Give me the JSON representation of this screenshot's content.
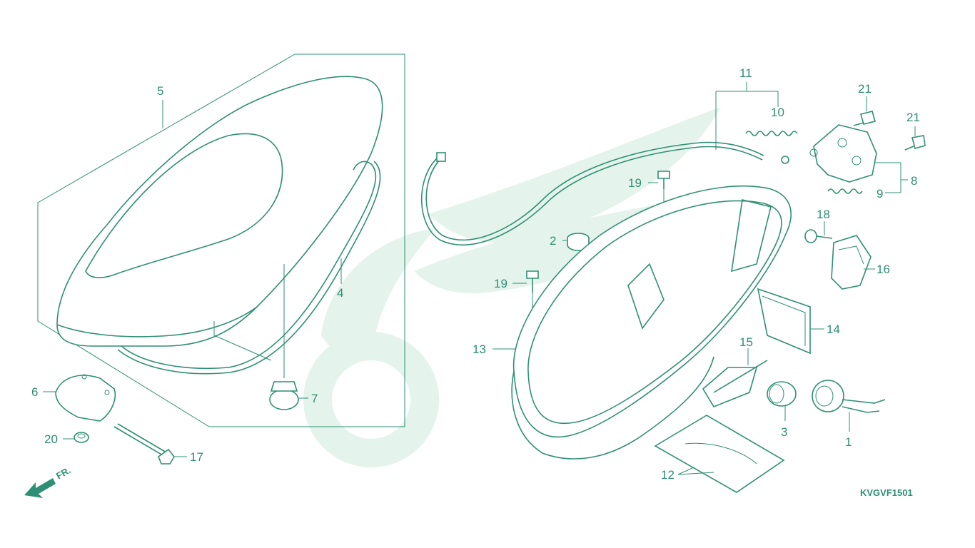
{
  "diagram": {
    "code": "KVGVF1501",
    "direction_label": "FR.",
    "callouts": [
      {
        "id": "c1",
        "text": "1"
      },
      {
        "id": "c2",
        "text": "2"
      },
      {
        "id": "c3",
        "text": "3"
      },
      {
        "id": "c4",
        "text": "4"
      },
      {
        "id": "c5",
        "text": "5"
      },
      {
        "id": "c6",
        "text": "6"
      },
      {
        "id": "c7",
        "text": "7"
      },
      {
        "id": "c8",
        "text": "8"
      },
      {
        "id": "c9",
        "text": "9"
      },
      {
        "id": "c10",
        "text": "10"
      },
      {
        "id": "c11",
        "text": "11"
      },
      {
        "id": "c12",
        "text": "12"
      },
      {
        "id": "c13",
        "text": "13"
      },
      {
        "id": "c14",
        "text": "14"
      },
      {
        "id": "c15",
        "text": "15"
      },
      {
        "id": "c16",
        "text": "16"
      },
      {
        "id": "c17",
        "text": "17"
      },
      {
        "id": "c18",
        "text": "18"
      },
      {
        "id": "c19a",
        "text": "19"
      },
      {
        "id": "c19b",
        "text": "19"
      },
      {
        "id": "c20",
        "text": "20"
      },
      {
        "id": "c21a",
        "text": "21"
      },
      {
        "id": "c21b",
        "text": "21"
      }
    ],
    "colors": {
      "line": "#2e8f74",
      "watermark": "#e4f3ec",
      "background": "#ffffff"
    }
  }
}
